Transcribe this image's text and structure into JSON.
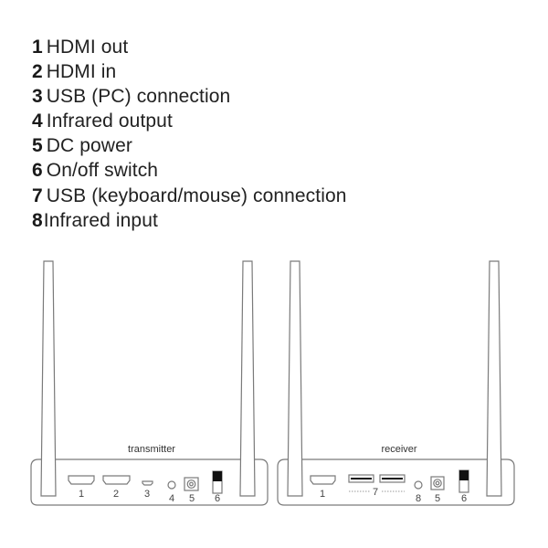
{
  "legend": [
    {
      "num": "1",
      "label": "HDMI out"
    },
    {
      "num": "2",
      "label": "HDMI in"
    },
    {
      "num": "3",
      "label": "USB (PC) connection"
    },
    {
      "num": "4",
      "label": "Infrared output"
    },
    {
      "num": "5",
      "label": "DC power"
    },
    {
      "num": "6",
      "label": "On/off switch"
    },
    {
      "num": "7",
      "label": "USB (keyboard/mouse) connection"
    },
    {
      "num": "8",
      "label": "Infrared input"
    }
  ],
  "transmitter": {
    "title": "transmitter",
    "ports": [
      {
        "label": "1",
        "type": "hdmi"
      },
      {
        "label": "2",
        "type": "hdmi"
      },
      {
        "label": "3",
        "type": "micro-usb"
      },
      {
        "label": "4",
        "type": "ir-jack"
      },
      {
        "label": "5",
        "type": "dc-jack"
      },
      {
        "label": "6",
        "type": "switch"
      }
    ]
  },
  "receiver": {
    "title": "receiver",
    "ports": [
      {
        "label": "1",
        "type": "hdmi"
      },
      {
        "label": "7",
        "type": "usb-a-pair"
      },
      {
        "label": "8",
        "type": "ir-jack"
      },
      {
        "label": "5",
        "type": "dc-jack"
      },
      {
        "label": "6",
        "type": "switch"
      }
    ]
  },
  "colors": {
    "stroke": "#7a7a7a",
    "text": "#1a1a1a",
    "switch_fill": "#111111"
  }
}
